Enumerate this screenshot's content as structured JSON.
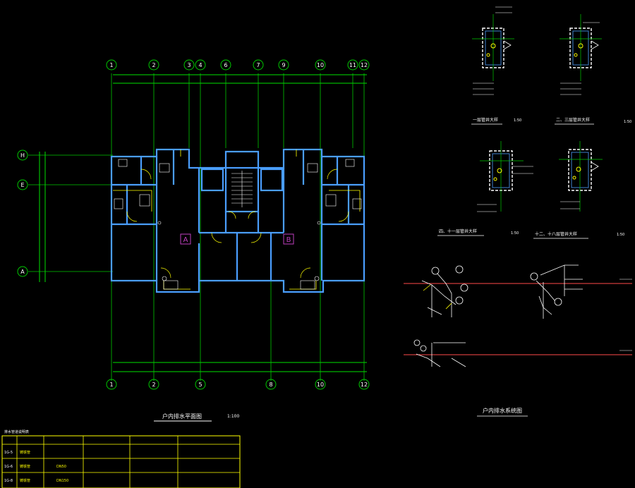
{
  "colors": {
    "background": "#000000",
    "axis": "#00c800",
    "dimension": "#00e000",
    "wall": "#4a9eff",
    "text": "#ffffff",
    "accent": "#ff4a4a",
    "highlight": "#c040c0",
    "pipe": "#ffff00",
    "cyan": "#00e0e0"
  },
  "plan": {
    "axis_labels_top": [
      "1",
      "2",
      "3",
      "4",
      "6",
      "7",
      "9",
      "10",
      "11",
      "12"
    ],
    "axis_labels_bottom": [
      "1",
      "2",
      "5",
      "8",
      "10",
      "12"
    ],
    "axis_labels_left": [
      "H",
      "E",
      "A"
    ],
    "unit_a": "A",
    "unit_b": "B",
    "title": "户内排水平面图",
    "scale": "1:100"
  },
  "details": [
    {
      "title": "一层管井大样",
      "scale": "1:50"
    },
    {
      "title": "二、三层管井大样",
      "scale": "1:50"
    },
    {
      "title": "四、十一层管井大样",
      "scale": "1:50"
    },
    {
      "title": "十二、十八层管井大样",
      "scale": "1:50"
    }
  ],
  "system": {
    "title": "户内排水系统图"
  },
  "legend": {
    "header": "排水管道说明表",
    "rows": [
      {
        "code": "1G-5",
        "name": "铸铁管"
      },
      {
        "code": "1G-6",
        "name": "铸铁管",
        "size": "DN50"
      },
      {
        "code": "1G-8",
        "name": "铸铁管",
        "size": "DN150"
      }
    ]
  }
}
